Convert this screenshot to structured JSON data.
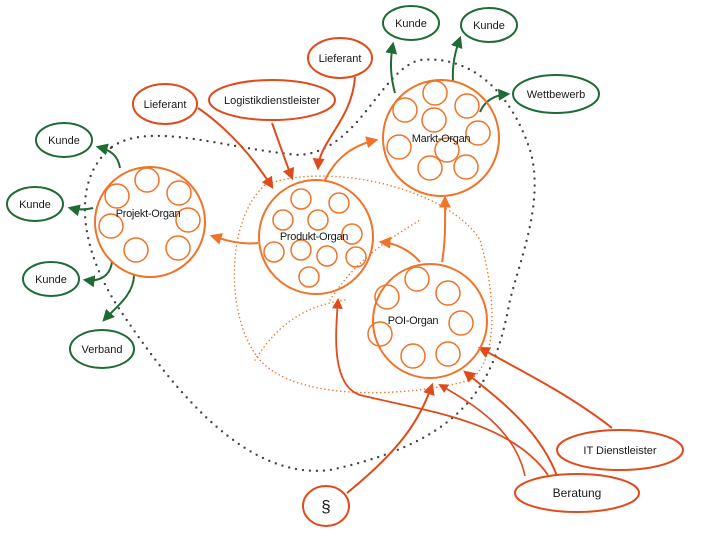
{
  "colors": {
    "organ": "#f07328",
    "supplier": "#e04b1c",
    "external_green": "#1e6b34",
    "boundary_dots": "#444444",
    "inner_dots": "#f07328",
    "text": "#1a1a1a"
  },
  "organs": [
    {
      "id": "projekt",
      "label": "Projekt-Organ"
    },
    {
      "id": "produkt",
      "label": "Produkt-Organ"
    },
    {
      "id": "markt",
      "label": "Markt-Organ"
    },
    {
      "id": "poi",
      "label": "POI-Organ"
    }
  ],
  "inputs": [
    {
      "id": "lieferant1",
      "label": "Lieferant"
    },
    {
      "id": "logistik",
      "label": "Logistikdienstleister"
    },
    {
      "id": "lieferant2",
      "label": "Lieferant"
    },
    {
      "id": "it",
      "label": "IT Dienstleister"
    },
    {
      "id": "beratung",
      "label": "Beratung"
    },
    {
      "id": "paragraph",
      "label": "§"
    }
  ],
  "outputs": [
    {
      "id": "kunde_pl1",
      "label": "Kunde"
    },
    {
      "id": "kunde_pl2",
      "label": "Kunde"
    },
    {
      "id": "kunde_pl3",
      "label": "Kunde"
    },
    {
      "id": "verband",
      "label": "Verband"
    },
    {
      "id": "kunde_m1",
      "label": "Kunde"
    },
    {
      "id": "kunde_m2",
      "label": "Kunde"
    },
    {
      "id": "wettbewerb",
      "label": "Wettbewerb"
    }
  ],
  "edges": [
    {
      "from": "lieferant1",
      "to": "produkt"
    },
    {
      "from": "logistik",
      "to": "produkt"
    },
    {
      "from": "lieferant2",
      "to": "produkt"
    },
    {
      "from": "produkt",
      "to": "projekt"
    },
    {
      "from": "produkt",
      "to": "markt"
    },
    {
      "from": "poi",
      "to": "produkt"
    },
    {
      "from": "poi",
      "to": "markt"
    },
    {
      "from": "projekt",
      "to": "kunde_pl1"
    },
    {
      "from": "projekt",
      "to": "kunde_pl2"
    },
    {
      "from": "projekt",
      "to": "kunde_pl3"
    },
    {
      "from": "projekt",
      "to": "verband"
    },
    {
      "from": "markt",
      "to": "kunde_m1"
    },
    {
      "from": "markt",
      "to": "kunde_m2"
    },
    {
      "from": "markt",
      "to": "wettbewerb"
    },
    {
      "from": "it",
      "to": "poi"
    },
    {
      "from": "beratung",
      "to": "poi"
    },
    {
      "from": "beratung",
      "to": "produkt"
    },
    {
      "from": "paragraph",
      "to": "poi"
    }
  ]
}
